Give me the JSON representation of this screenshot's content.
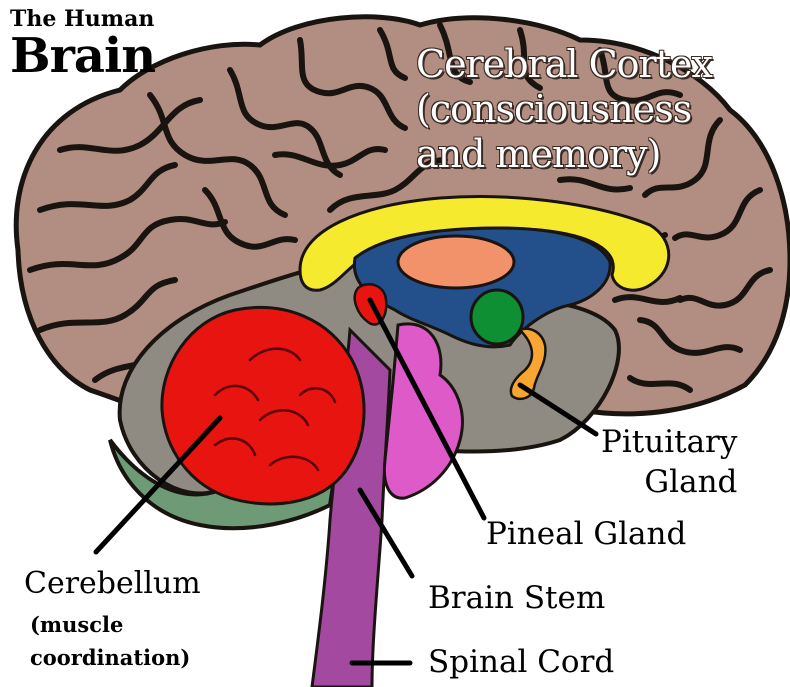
{
  "title": {
    "line1": "The Human",
    "line2": "Brain"
  },
  "labels": {
    "cerebral_cortex": {
      "line1": "Cerebral Cortex",
      "line2": "(consciousness",
      "line3": "and memory)"
    },
    "pituitary": {
      "line1": "Pituitary",
      "line2": "Gland"
    },
    "pineal": "Pineal Gland",
    "cerebellum": {
      "name": "Cerebellum",
      "line1": "(muscle",
      "line2": "coordination)"
    },
    "brain_stem": "Brain Stem",
    "spinal_cord": "Spinal Cord"
  },
  "colors": {
    "cortex": "#b28e82",
    "sulci": "#1a1410",
    "inner_lobe": "#8f8b82",
    "inner_lower": "#6f9a76",
    "corpus_callosum": "#f6ea2f",
    "ventricle": "#234f8a",
    "thalamus": "#f2926a",
    "hypothalamus": "#0f8f33",
    "pituitary": "#f8a531",
    "cerebellum": "#e81410",
    "pineal": "#e81410",
    "brain_stem": "#dd5ac8",
    "spinal_cord": "#a34aa0",
    "pointer": "#000000",
    "cortex_text": "#ffffff"
  }
}
